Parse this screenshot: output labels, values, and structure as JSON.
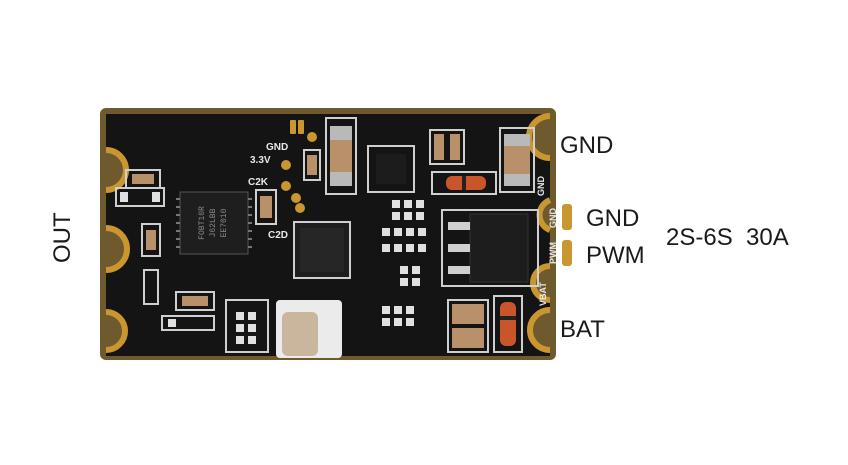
{
  "labels": {
    "out": "OUT",
    "gnd_top": "GND",
    "gnd_signal": "GND",
    "pwm": "PWM",
    "spec": "2S-6S  30A",
    "bat": "BAT"
  },
  "silkscreen": {
    "gnd": "GND",
    "v33": "3.3V",
    "c2k": "C2K",
    "c2d": "C2D",
    "gnd_right": "GND",
    "gnd_small": "GND",
    "pwm_small": "PWM",
    "vbat_small": "VBAT"
  },
  "chip_marking": {
    "line1": "FOBT10R",
    "line2": "J62LBB",
    "line3": "EE7010"
  },
  "colors": {
    "pcb": "#141414",
    "pad": "#c9962f",
    "silk": "#e8e8e8",
    "board_edge": "#b38a3a"
  }
}
